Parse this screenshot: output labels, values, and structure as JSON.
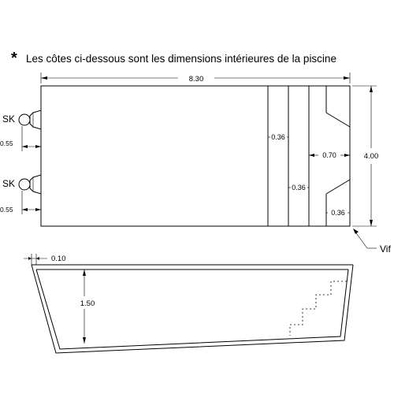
{
  "note": {
    "star": "*",
    "text": "Les côtes ci-dessous sont les dimensions intérieures de la piscine"
  },
  "plan": {
    "length": "8.30",
    "width": "4.00",
    "dim_1": "0.36",
    "dim_2": "0.36",
    "dim_3": "0.70",
    "dim_4": "0.36",
    "skimmer_label_1": "SK",
    "skimmer_label_2": "SK",
    "skimmer_offset_1": "0.55",
    "skimmer_offset_2": "0.55",
    "corner_label": "Vif"
  },
  "section": {
    "wall_thickness": "0.10",
    "depth": "1.50"
  }
}
